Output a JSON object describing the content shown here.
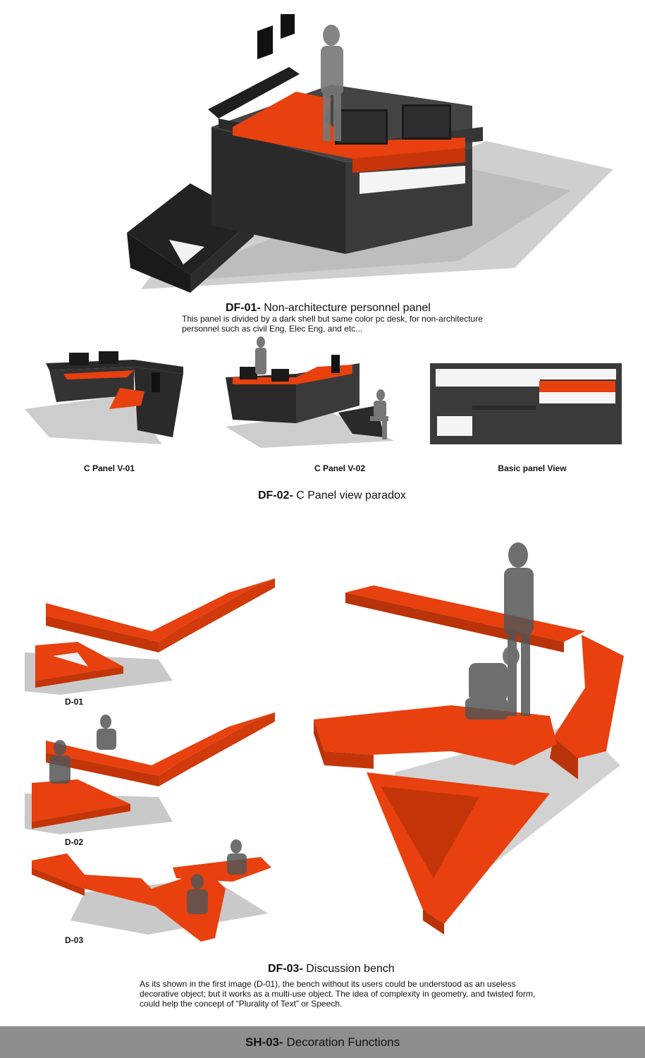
{
  "sections": {
    "df01": {
      "code": "DF-01-",
      "title": "Non-architecture personnel panel",
      "description": "This panel is divided by a dark shell but same color pc desk, for non-architecture personnel such as civil Eng, Elec Eng, and etc..."
    },
    "df02": {
      "code": "DF-02-",
      "title": "C Panel view paradox",
      "captions": [
        "C Panel V-01",
        "C Panel V-02",
        "Basic panel View"
      ]
    },
    "df03": {
      "code": "DF-03-",
      "title": "Discussion bench",
      "labels": [
        "D-01",
        "D-02",
        "D-03"
      ],
      "description": "As its shown in the first image (D-01), the bench without its users could be understood as an useless decorative object; but it works as a multi-use object. The idea of complexity in geometry, and twisted form, could help the concept of “Plurality of Text” or Speech."
    }
  },
  "footer": {
    "code": "SH-03-",
    "title": "Decoration Functions"
  },
  "colors": {
    "accent_orange": "#e8400e",
    "dark_shell": "#333333",
    "silhouette_gray": "#777777",
    "footer_bar": "#8e8e8e"
  }
}
